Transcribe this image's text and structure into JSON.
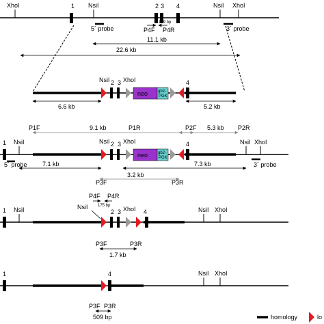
{
  "colors": {
    "line": "#000000",
    "neo": "#9933cc",
    "pgk": "#66cccc",
    "loxp": "#e31b23",
    "frt": "#9a9a9a"
  },
  "row1": {
    "xhol": "XhoI",
    "nsil_a": "NsiI",
    "nsil_b": "NsiI",
    "xhol_b": "XhoI",
    "exon1": "1",
    "exon2": "2",
    "exon3": "3",
    "exon4": "4",
    "probe5": "5´ probe",
    "probe3": "3´ probe",
    "p4f": "P4F",
    "p4r": "P4R",
    "bp129": "129 bp",
    "kb11": "11.1 kb",
    "kb226": "22.6 kb"
  },
  "row2": {
    "nsil": "NsiI",
    "e2": "2",
    "e3": "3",
    "xhol": "XhoI",
    "e4": "4",
    "neo": "neo",
    "pgk1": "gb2-",
    "pgk2": "PGK",
    "kb66": "6.6 kb",
    "kb52": "5.2 kb"
  },
  "row3": {
    "p1f": "P1F",
    "kb91": "9.1 kb",
    "p1r": "P1R",
    "p2f": "P2F",
    "kb53": "5.3 kb",
    "p2r": "P2R",
    "e1": "1",
    "nsil_a": "NsiI",
    "nsil_b": "NsiI",
    "e2": "2",
    "e3": "3",
    "xhol": "XhoI",
    "e4": "4",
    "nsil_c": "NsiI",
    "xhol_c": "XhoI",
    "neo": "neo",
    "pgk1": "gb2-",
    "pgk2": "PGK",
    "probe5": "5´ probe",
    "probe3": "3´ probe",
    "kb71": "7.1 kb",
    "kb73": "7.3 kb",
    "p3f": "P3F",
    "kb32": "3.2 kb",
    "p3r": "P3R"
  },
  "row4": {
    "p4f": "P4F",
    "p4r": "P4R",
    "bp175": "175 bp",
    "nsil_top": "NsiI",
    "e1": "1",
    "nsil_a": "NsiI",
    "e2": "2",
    "e3": "3",
    "xhol": "XhoI",
    "e4": "4",
    "nsil_b": "NsiI",
    "xhol_b": "XhoI",
    "p3f": "P3F",
    "p3r": "P3R",
    "kb17": "1.7 kb"
  },
  "row5": {
    "e1": "1",
    "e4": "4",
    "nsil": "NsiI",
    "xhol": "XhoI",
    "p3f": "P3F",
    "p3r": "P3R",
    "bp509": "509 bp"
  },
  "legend": {
    "homology": "homology",
    "lo": "lo"
  }
}
